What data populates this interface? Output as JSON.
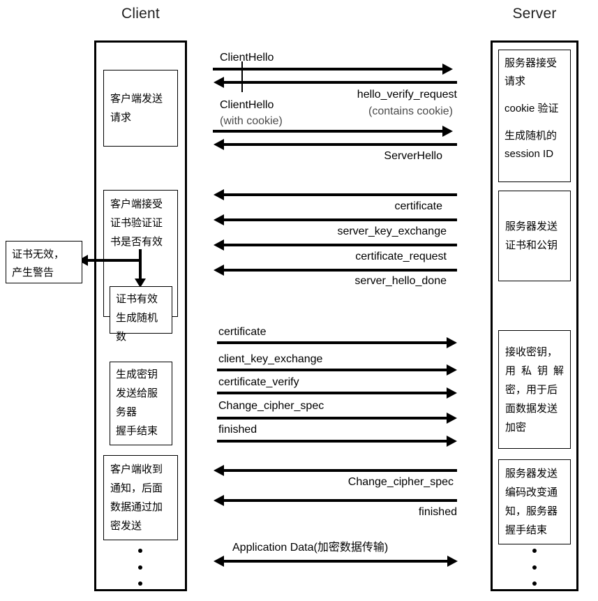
{
  "diagram": {
    "title": "DTLS handshake sequence diagram",
    "columns": {
      "client_label": "Client",
      "server_label": "Server"
    },
    "client_notes": [
      {
        "id": "client-request",
        "lines": [
          "客户端发送",
          "请求"
        ]
      },
      {
        "id": "client-verify-cert",
        "lines": [
          "客户端接受",
          "证书验证证",
          "书是否有效"
        ]
      },
      {
        "id": "client-cert-valid",
        "lines": [
          "证书有效",
          "生成随机",
          "数"
        ]
      },
      {
        "id": "client-gen-key",
        "lines": [
          "生成密钥",
          "发送给服",
          "务器",
          "握手结束"
        ]
      },
      {
        "id": "client-notified",
        "lines": [
          "客户端收到",
          "通知，后面",
          "数据通过加",
          "密发送"
        ]
      }
    ],
    "server_notes": [
      {
        "id": "server-accept-request",
        "lines": [
          "服务器接受",
          "请求",
          "",
          "cookie 验证",
          "",
          "生成随机的",
          "session ID"
        ]
      },
      {
        "id": "server-send-cert",
        "lines": [
          "服务器发送",
          "证书和公钥"
        ]
      },
      {
        "id": "server-recv-key",
        "lines": [
          "接收密钥，",
          "用 私 钥 解",
          "密，用于后",
          "面数据发送",
          "加密"
        ]
      },
      {
        "id": "server-change-cipher",
        "lines": [
          "服务器发送",
          "编码改变通",
          "知，服务器",
          "握手结束"
        ]
      }
    ],
    "alert_box": {
      "id": "cert-invalid-alert",
      "lines": [
        "证书无效，",
        "产生警告"
      ]
    },
    "messages": [
      {
        "id": "m1",
        "label": "ClientHello",
        "sub": "",
        "dir": "right",
        "label_pos": "above-left"
      },
      {
        "id": "m2",
        "label": "hello_verify_request",
        "sub": "(contains cookie)",
        "dir": "left",
        "label_pos": "below-right"
      },
      {
        "id": "m3",
        "label": "ClientHello",
        "sub": "(with cookie)",
        "dir": "right",
        "label_pos": "above-left"
      },
      {
        "id": "m4",
        "label": "ServerHello",
        "sub": "",
        "dir": "left",
        "label_pos": "below-right"
      },
      {
        "id": "m5",
        "label": "certificate",
        "sub": "",
        "dir": "left",
        "label_pos": "below-right"
      },
      {
        "id": "m6",
        "label": "server_key_exchange",
        "sub": "",
        "dir": "left",
        "label_pos": "below-right"
      },
      {
        "id": "m7",
        "label": "certificate_request",
        "sub": "",
        "dir": "left",
        "label_pos": "below-right"
      },
      {
        "id": "m8",
        "label": "server_hello_done",
        "sub": "",
        "dir": "left",
        "label_pos": "below-right"
      },
      {
        "id": "m9",
        "label": "certificate",
        "sub": "",
        "dir": "right",
        "label_pos": "above-left"
      },
      {
        "id": "m10",
        "label": "client_key_exchange",
        "sub": "",
        "dir": "right",
        "label_pos": "above-left"
      },
      {
        "id": "m11",
        "label": "certificate_verify",
        "sub": "",
        "dir": "right",
        "label_pos": "above-left"
      },
      {
        "id": "m12",
        "label": "Change_cipher_spec",
        "sub": "",
        "dir": "right",
        "label_pos": "above-left"
      },
      {
        "id": "m13",
        "label": "finished",
        "sub": "",
        "dir": "right",
        "label_pos": "above-left"
      },
      {
        "id": "m14",
        "label": "Change_cipher_spec",
        "sub": "",
        "dir": "left",
        "label_pos": "below-right"
      },
      {
        "id": "m15",
        "label": "finished",
        "sub": "",
        "dir": "left",
        "label_pos": "below-right"
      },
      {
        "id": "m16",
        "label": "Application Data(加密数据传输)",
        "sub": "",
        "dir": "both",
        "label_pos": "above-left"
      }
    ],
    "ellipsis_dots": 3,
    "colors": {
      "stroke": "#000000",
      "background": "#ffffff",
      "muted_text": "#4a4a4a"
    }
  }
}
